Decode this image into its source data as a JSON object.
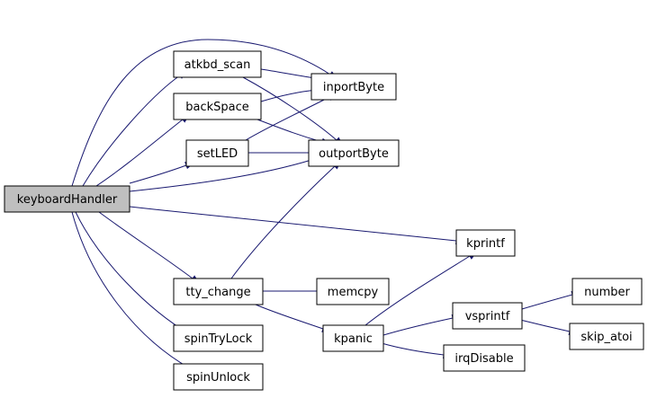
{
  "graph": {
    "nodes": [
      {
        "id": "keyboardHandler",
        "label": "keyboardHandler",
        "root": true
      },
      {
        "id": "atkbd_scan",
        "label": "atkbd_scan"
      },
      {
        "id": "backSpace",
        "label": "backSpace"
      },
      {
        "id": "setLED",
        "label": "setLED"
      },
      {
        "id": "inportByte",
        "label": "inportByte"
      },
      {
        "id": "outportByte",
        "label": "outportByte"
      },
      {
        "id": "kprintf",
        "label": "kprintf"
      },
      {
        "id": "tty_change",
        "label": "tty_change"
      },
      {
        "id": "memcpy",
        "label": "memcpy"
      },
      {
        "id": "spinTryLock",
        "label": "spinTryLock"
      },
      {
        "id": "spinUnlock",
        "label": "spinUnlock"
      },
      {
        "id": "kpanic",
        "label": "kpanic"
      },
      {
        "id": "vsprintf",
        "label": "vsprintf"
      },
      {
        "id": "irqDisable",
        "label": "irqDisable"
      },
      {
        "id": "number",
        "label": "number"
      },
      {
        "id": "skip_atoi",
        "label": "skip_atoi"
      }
    ],
    "edges": [
      {
        "from": "keyboardHandler",
        "to": "inportByte"
      },
      {
        "from": "keyboardHandler",
        "to": "atkbd_scan"
      },
      {
        "from": "keyboardHandler",
        "to": "backSpace"
      },
      {
        "from": "keyboardHandler",
        "to": "setLED"
      },
      {
        "from": "keyboardHandler",
        "to": "outportByte"
      },
      {
        "from": "keyboardHandler",
        "to": "kprintf"
      },
      {
        "from": "keyboardHandler",
        "to": "tty_change"
      },
      {
        "from": "keyboardHandler",
        "to": "spinTryLock"
      },
      {
        "from": "keyboardHandler",
        "to": "spinUnlock"
      },
      {
        "from": "atkbd_scan",
        "to": "inportByte"
      },
      {
        "from": "atkbd_scan",
        "to": "outportByte"
      },
      {
        "from": "backSpace",
        "to": "inportByte"
      },
      {
        "from": "backSpace",
        "to": "outportByte"
      },
      {
        "from": "setLED",
        "to": "inportByte"
      },
      {
        "from": "setLED",
        "to": "outportByte"
      },
      {
        "from": "tty_change",
        "to": "outportByte"
      },
      {
        "from": "tty_change",
        "to": "memcpy"
      },
      {
        "from": "tty_change",
        "to": "kpanic"
      },
      {
        "from": "kpanic",
        "to": "kprintf"
      },
      {
        "from": "kpanic",
        "to": "vsprintf"
      },
      {
        "from": "kpanic",
        "to": "irqDisable"
      },
      {
        "from": "vsprintf",
        "to": "number"
      },
      {
        "from": "vsprintf",
        "to": "skip_atoi"
      }
    ]
  }
}
